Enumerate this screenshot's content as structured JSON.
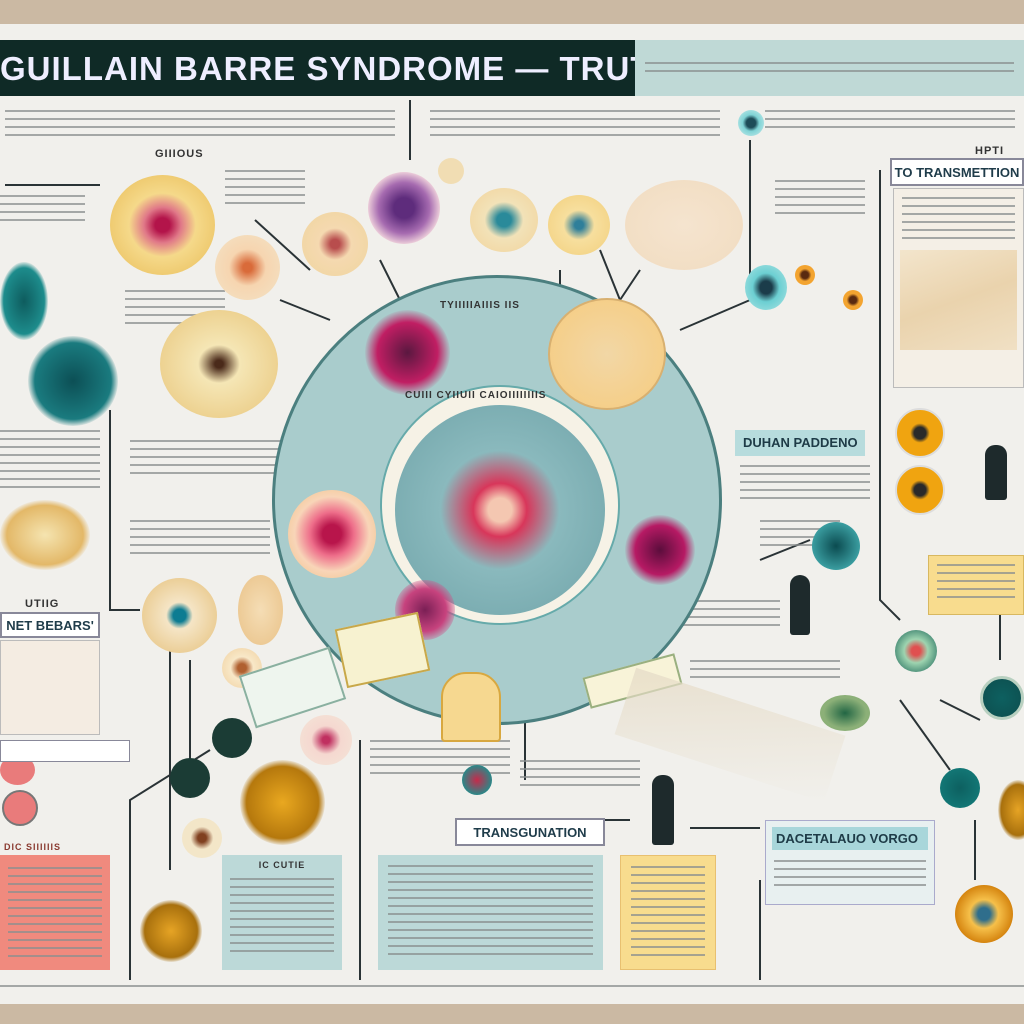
{
  "header": {
    "title": "GUILLAIN BARRE  SYNDROME — TRUTH RUTH"
  },
  "labels": {
    "curious": "GIIIOUS",
    "center_ring": "CUIII CYIIUII  CAIOIIIIIIIIS",
    "ring_top": "TYIIIIIAIIIS IIS",
    "transmission": "TO TRANSMETTION",
    "hpti": "HPTI",
    "duhan": "DUHAN PADDENO",
    "transguation": "TRANSGUNATION",
    "dacetal": "DACETALAUO VORGO",
    "utiig": "UTIIG",
    "net_bebars": "NET BEBARS'",
    "dic": "DIC SIIIIIIS",
    "ic_cutie": "IC CUTIE"
  },
  "colors": {
    "title_bg": "#0f2a26",
    "ring": "#a9cccc",
    "panel_blue": "#bcd9d8",
    "panel_yellow": "#f8dc8e",
    "panel_red": "#f08a7e"
  }
}
